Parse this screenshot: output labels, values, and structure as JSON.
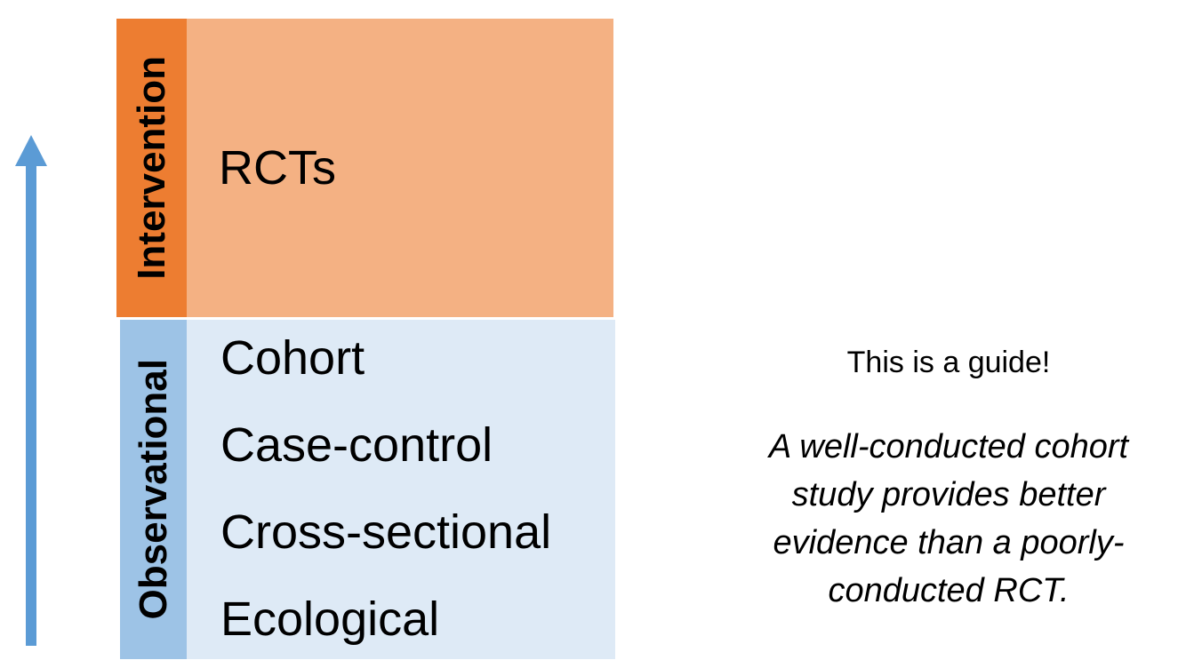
{
  "colors": {
    "orange_dark": "#ED7D31",
    "orange_light": "#F4B183",
    "blue_medium": "#9DC3E6",
    "blue_light": "#DEEAF6",
    "arrow_blue": "#5B9BD5",
    "text": "#000000"
  },
  "diagram": {
    "arrow": {
      "name": "up-arrow",
      "direction": "up",
      "color": "#5B9BD5"
    },
    "groups": [
      {
        "label": "Intervention",
        "sidebar_color": "#ED7D31",
        "body_color": "#F4B183",
        "items": [
          "RCTs"
        ]
      },
      {
        "label": "Observational",
        "sidebar_color": "#9DC3E6",
        "body_color": "#DEEAF6",
        "items": [
          "Cohort",
          "Case-control",
          "Cross-sectional",
          "Ecological"
        ]
      }
    ]
  },
  "note": {
    "title": "This is a guide!",
    "body_lines": [
      "A well-conducted cohort",
      "study provides better",
      "evidence than a poorly-",
      "conducted RCT."
    ]
  }
}
